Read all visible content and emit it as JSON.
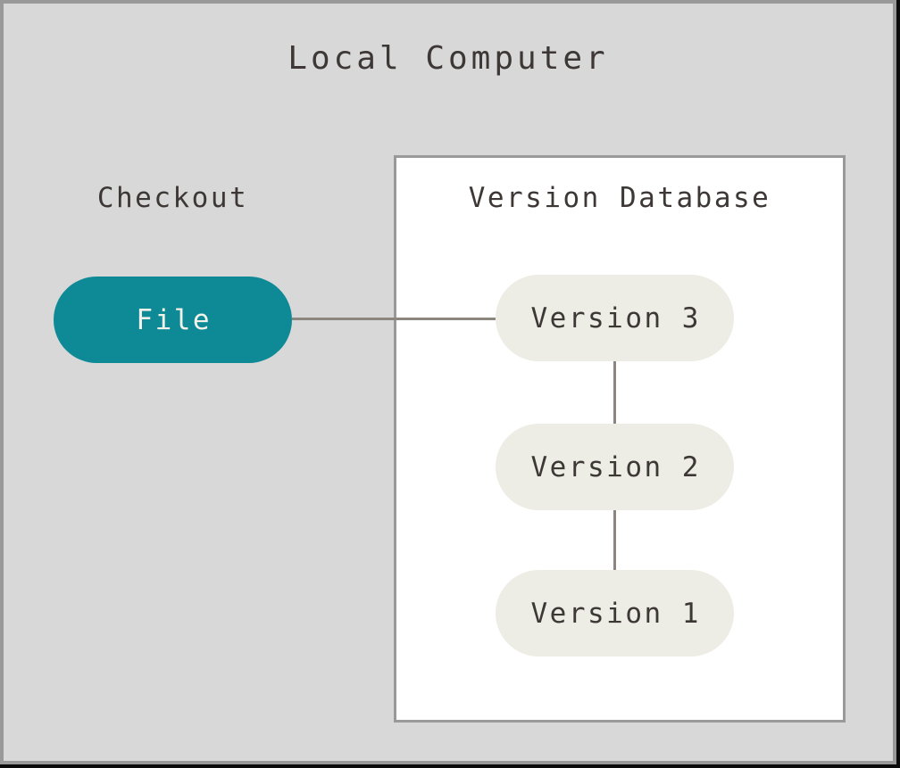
{
  "diagram": {
    "title": "Local Computer",
    "columns": {
      "checkout_label": "Checkout",
      "database_label": "Version Database"
    },
    "nodes": {
      "file": {
        "label": "File"
      },
      "versions": [
        {
          "label": "Version 3"
        },
        {
          "label": "Version 2"
        },
        {
          "label": "Version 1"
        }
      ]
    },
    "connectors": [
      {
        "from": "File",
        "to": "Version 3",
        "orientation": "horizontal"
      },
      {
        "from": "Version 3",
        "to": "Version 2",
        "orientation": "vertical"
      },
      {
        "from": "Version 2",
        "to": "Version 1",
        "orientation": "vertical"
      }
    ],
    "colors": {
      "background": "#d8d8d8",
      "frame_border": "#999999",
      "outer_edge": "#0b0b0b",
      "box_background": "#ffffff",
      "box_border": "#999999",
      "connector": "#8b867e",
      "node_fill": "#edece5",
      "node_text": "#3d3836",
      "file_fill": "#0e8a96",
      "file_text": "#f1f0e9",
      "text": "#3d3836"
    }
  }
}
